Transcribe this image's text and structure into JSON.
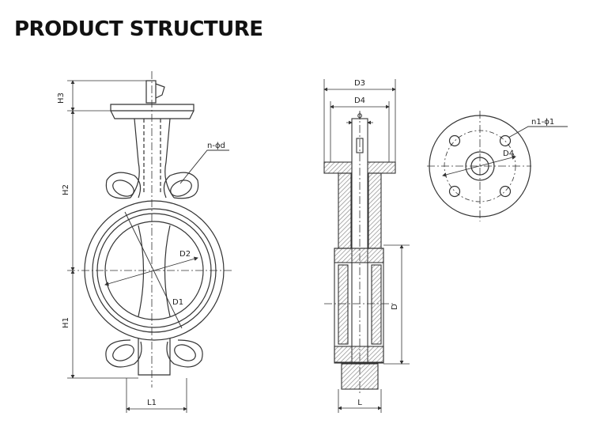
{
  "title": "PRODUCT STRUCTURE",
  "colors": {
    "line": "#333333",
    "hatch": "#9a9a9a",
    "body": "#ffffff"
  },
  "labels": {
    "h3": "H3",
    "h2": "H2",
    "h1": "H1",
    "d1": "D1",
    "d2": "D2",
    "l1": "L1",
    "n_phi_d": "n-ϕd",
    "d3": "D3",
    "d4_side": "D4",
    "phi": "ϕ",
    "d": "D",
    "l": "L",
    "n1_phi1": "n1-ϕ1",
    "d4_flange": "D4"
  }
}
